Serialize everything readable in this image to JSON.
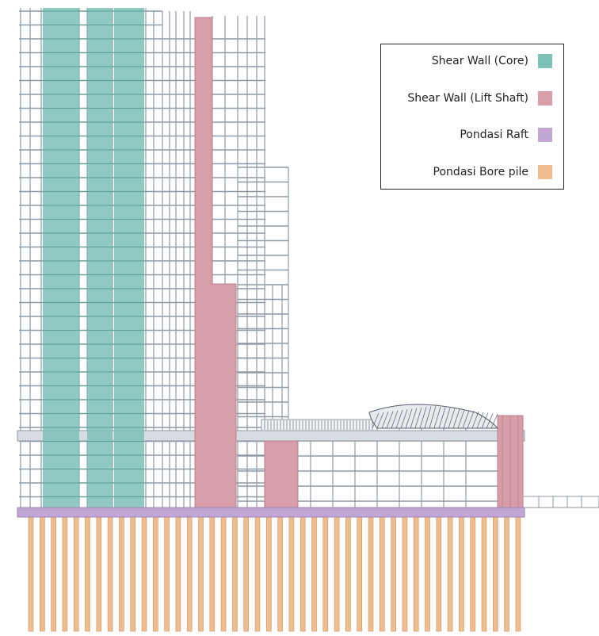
{
  "legend": {
    "items": [
      {
        "label": "Shear Wall (Core)",
        "color": "#7dc0b6"
      },
      {
        "label": "Shear Wall (Lift Shaft)",
        "color": "#d79da8"
      },
      {
        "label": "Pondasi Raft",
        "color": "#c2a6d6"
      },
      {
        "label": "Pondasi Bore pile",
        "color": "#efbd8d"
      }
    ]
  },
  "colors": {
    "frame_line": "#8e9aa6",
    "transfer_slab": "#d7dce2",
    "background": "#ffffff"
  },
  "icons": [
    "canopy-icon"
  ]
}
